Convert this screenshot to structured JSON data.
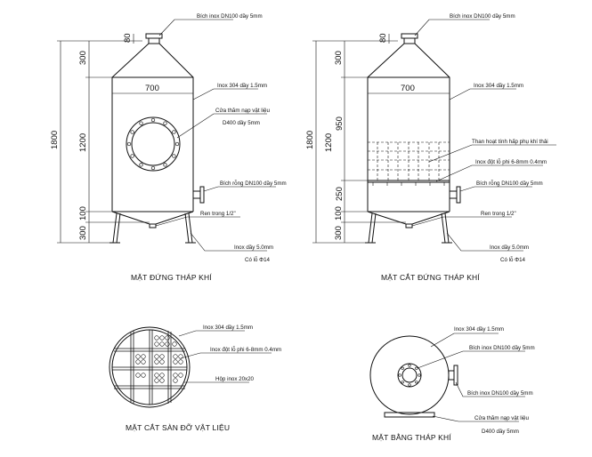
{
  "view1": {
    "title": "MẶT ĐỨNG THÁP KHÍ",
    "labels": {
      "flange_top": "Bích inox DN100 dầy 5mm",
      "shell": "Inox 304 dầy 1.5mm",
      "manhole_1": "Cửa thăm nạp vật liệu",
      "manhole_2": "D400 dầy 5mm",
      "flange_side": "Bích rỗng DN100 dầy 5mm",
      "drain": "Ren trong 1/2\"",
      "legs": "Inox dầy 5.0mm",
      "holes": "Có lỗ Φ14"
    },
    "dims": {
      "d80": "80",
      "d300a": "300",
      "d1800": "1800",
      "d1200": "1200",
      "d100": "100",
      "d300b": "300",
      "d700": "700"
    }
  },
  "view2": {
    "title": "MẶT CẮT ĐỨNG THÁP KHÍ",
    "labels": {
      "flange_top": "Bích inox DN100 dầy 5mm",
      "shell": "Inox 304 dầy 1.5mm",
      "carbon": "Than hoạt tính hấp phụ khí thải",
      "plate": "Inox đột lỗ phi 6-8mm 0.4mm",
      "flange_side": "Bích rỗng DN100 dầy 5mm",
      "drain": "Ren trong 1/2\"",
      "legs": "Inox dầy 5.0mm",
      "holes": "Có lỗ Φ14"
    },
    "dims": {
      "d80": "80",
      "d300a": "300",
      "d1800": "1800",
      "d1200": "1200",
      "d950": "950",
      "d250": "250",
      "d100": "100",
      "d300b": "300",
      "d700": "700"
    }
  },
  "view3": {
    "title": "MẶT CẮT SÀN ĐỠ VẬT LIỆU",
    "labels": {
      "shell": "Inox 304 dầy 1.5mm",
      "plate": "Inox đột lỗ phi 6-8mm 0.4mm",
      "frame": "Hộp inox 20x20"
    }
  },
  "view4": {
    "title": "MẶT BẰNG THÁP KHÍ",
    "labels": {
      "shell": "Inox 304 dầy 1.5mm",
      "flange_top": "Bích inox DN100 dầy 5mm",
      "flange_side": "Bích inox DN100 dầy 5mm",
      "manhole_1": "Cửa thăm nạp vật liệu",
      "manhole_2": "D400 dầy 5mm"
    }
  }
}
